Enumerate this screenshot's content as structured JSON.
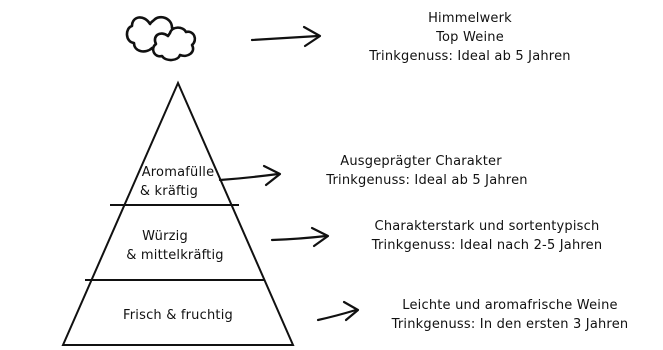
{
  "colors": {
    "stroke": "#111111",
    "background": "#ffffff"
  },
  "icons": {
    "top": "cloud-icon",
    "arrows": "arrow-right-icon"
  },
  "top": {
    "line1": "Himmelwerk",
    "line2": "Top Weine",
    "line3": "Trinkgenuss: Ideal ab 5 Jahren"
  },
  "tiers": [
    {
      "label_line1": "Aromafülle",
      "label_line2": "& kräftig",
      "desc_line1": "Ausgeprägter Charakter",
      "desc_line2": "Trinkgenuss: Ideal ab 5 Jahren"
    },
    {
      "label_line1": "Würzig",
      "label_line2": "& mittelkräftig",
      "desc_line1": "Charakterstark und sortentypisch",
      "desc_line2": "Trinkgenuss: Ideal nach 2-5 Jahren"
    },
    {
      "label_line1": "Frisch & fruchtig",
      "desc_line1": "Leichte und aromafrische Weine",
      "desc_line2": "Trinkgenuss: In den ersten 3 Jahren"
    }
  ]
}
